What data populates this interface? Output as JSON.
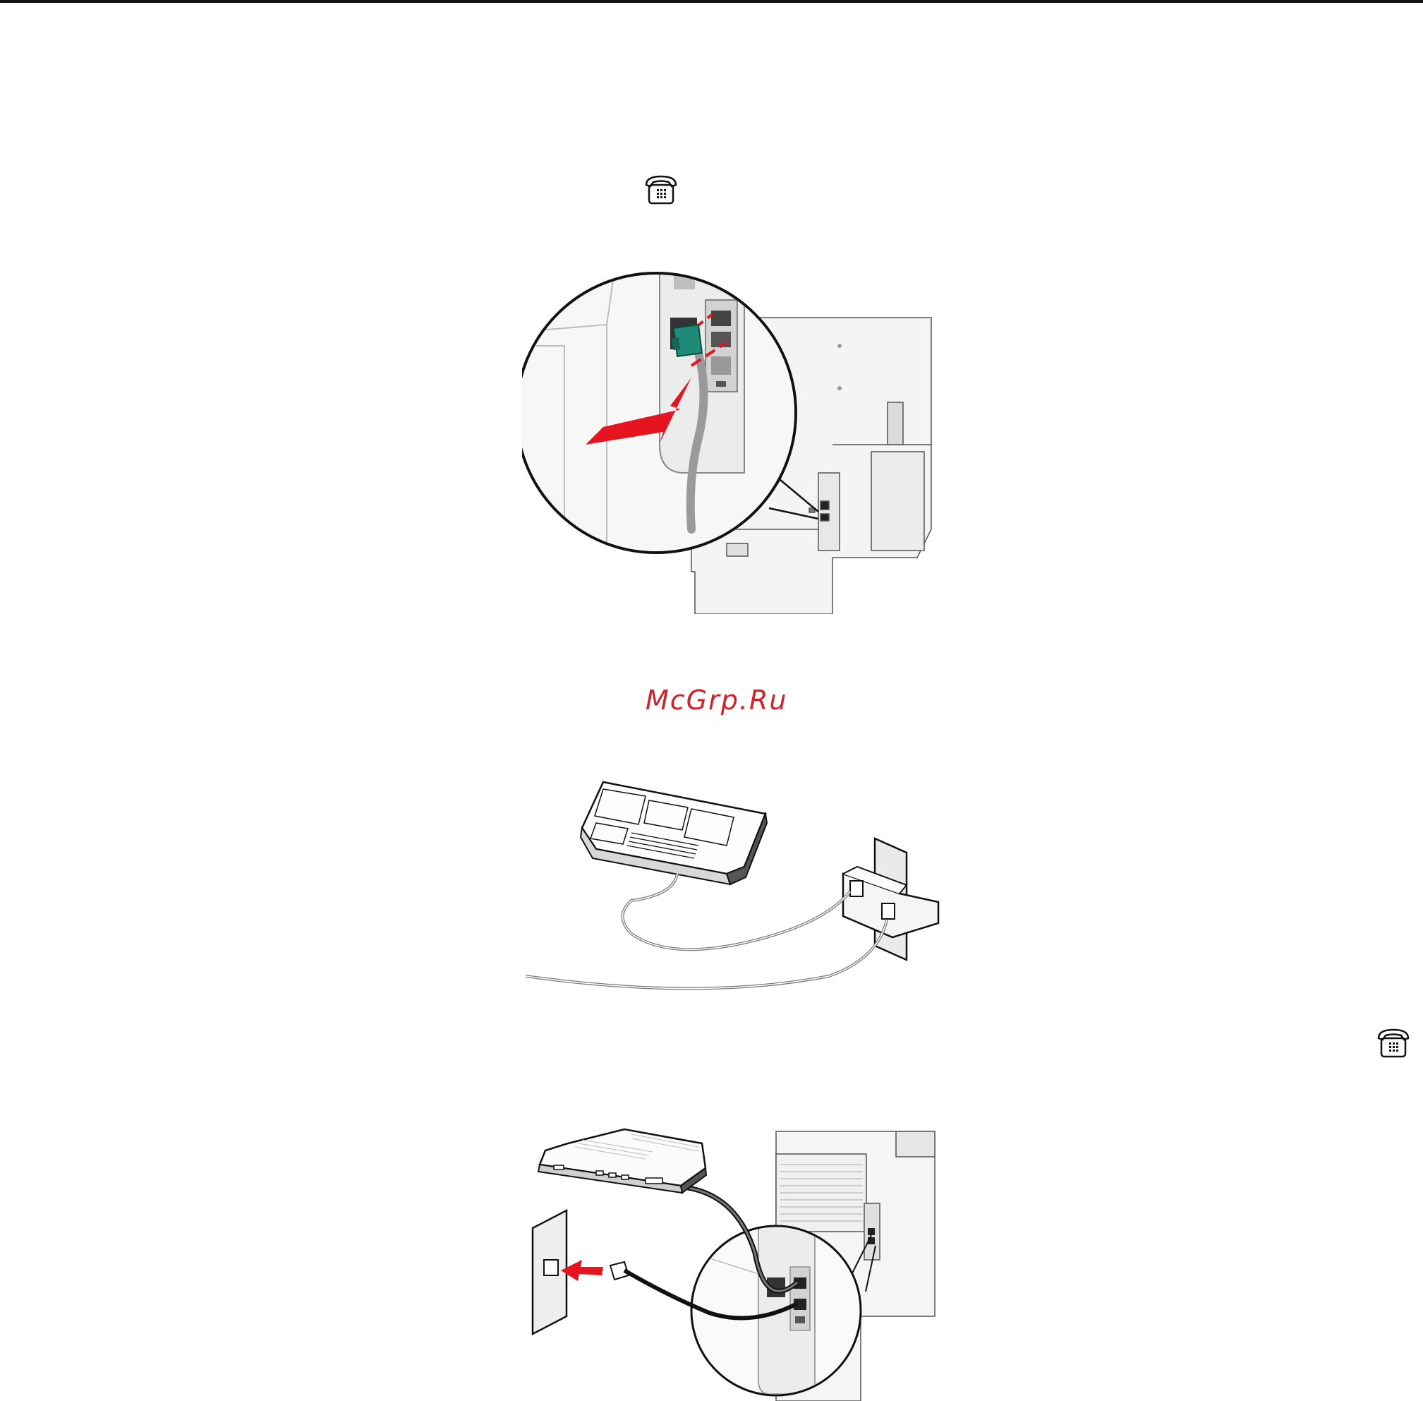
{
  "page": {
    "watermark_text": "McGrp.Ru",
    "watermark_color": "#d42027"
  },
  "icons": {
    "line_port_icon": "telephone-handset-keypad-icon"
  },
  "figures": [
    "unplug-wrap-plug-from-printer-port",
    "answering-machine-on-line-splitter",
    "answering-machine-connected-to-printer"
  ],
  "colors": {
    "arrow_red": "#e5141f",
    "wrap_plug_green": "#1f8a76",
    "line_gray": "#8c8c8c"
  }
}
